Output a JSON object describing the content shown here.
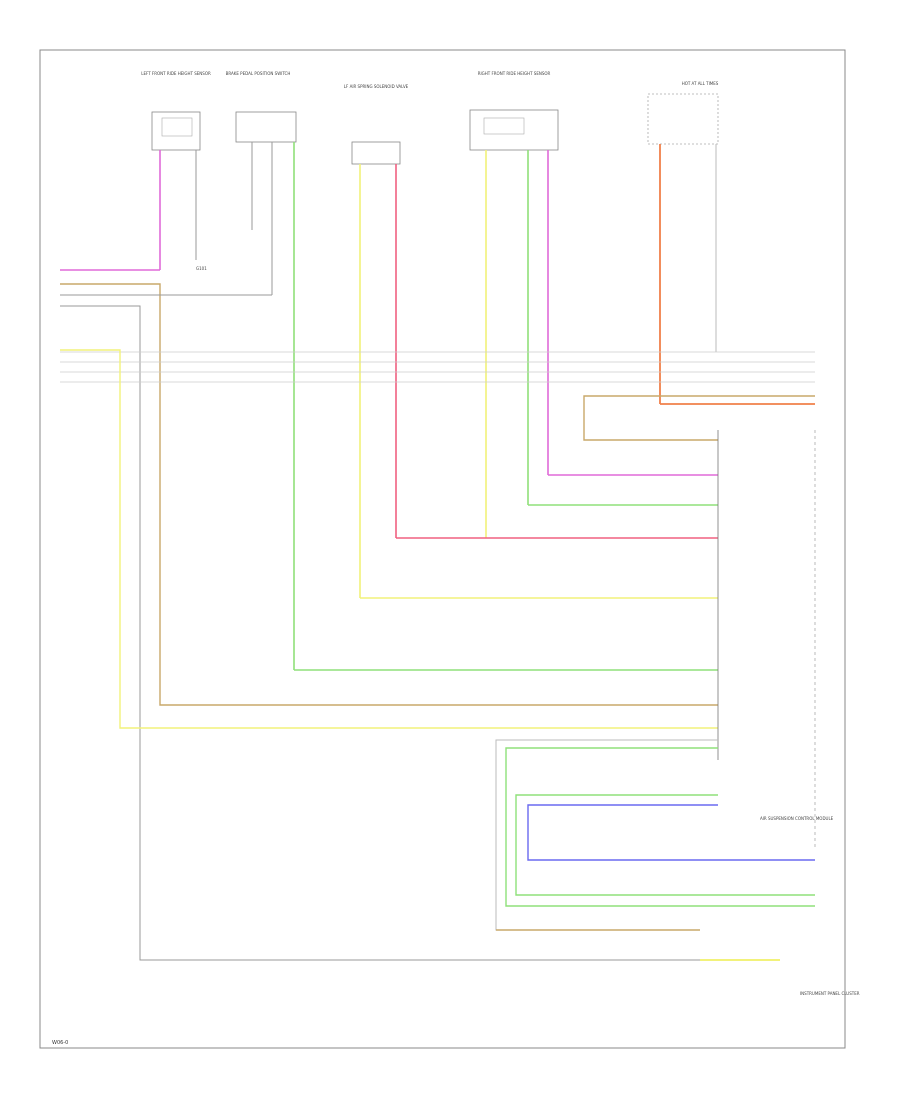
{
  "diagram": {
    "footer_code": "W06-0",
    "label_left_front_ride_height_sensor": "LEFT FRONT\nRIDE HEIGHT\nSENSOR",
    "label_brake_pressure_switch": "BRAKE PEDAL\nPOSITION\nSWITCH",
    "label_lf_air_spring_valve": "LF AIR SPRING\nSOLENOID\nVALVE",
    "label_rf_ride_height_sensor": "RIGHT FRONT\nRIDE HEIGHT\nSENSOR",
    "label_fuse_box": "HOT AT\nALL TIMES",
    "label_module_right": "AIR SUSPENSION\nCONTROL\nMODULE",
    "label_ground": "G101",
    "label_bottom_right_module": "INSTRUMENT\nPANEL\nCLUSTER",
    "wire_colors": {
      "pink": "#e06ad8",
      "tan": "#c9a86a",
      "green": "#8fe07a",
      "yellow": "#f2f27a",
      "red": "#f06080",
      "orange": "#f0804a",
      "blue": "#6a6af0",
      "gray": "#9a9a9a",
      "frame": "#888888"
    }
  }
}
